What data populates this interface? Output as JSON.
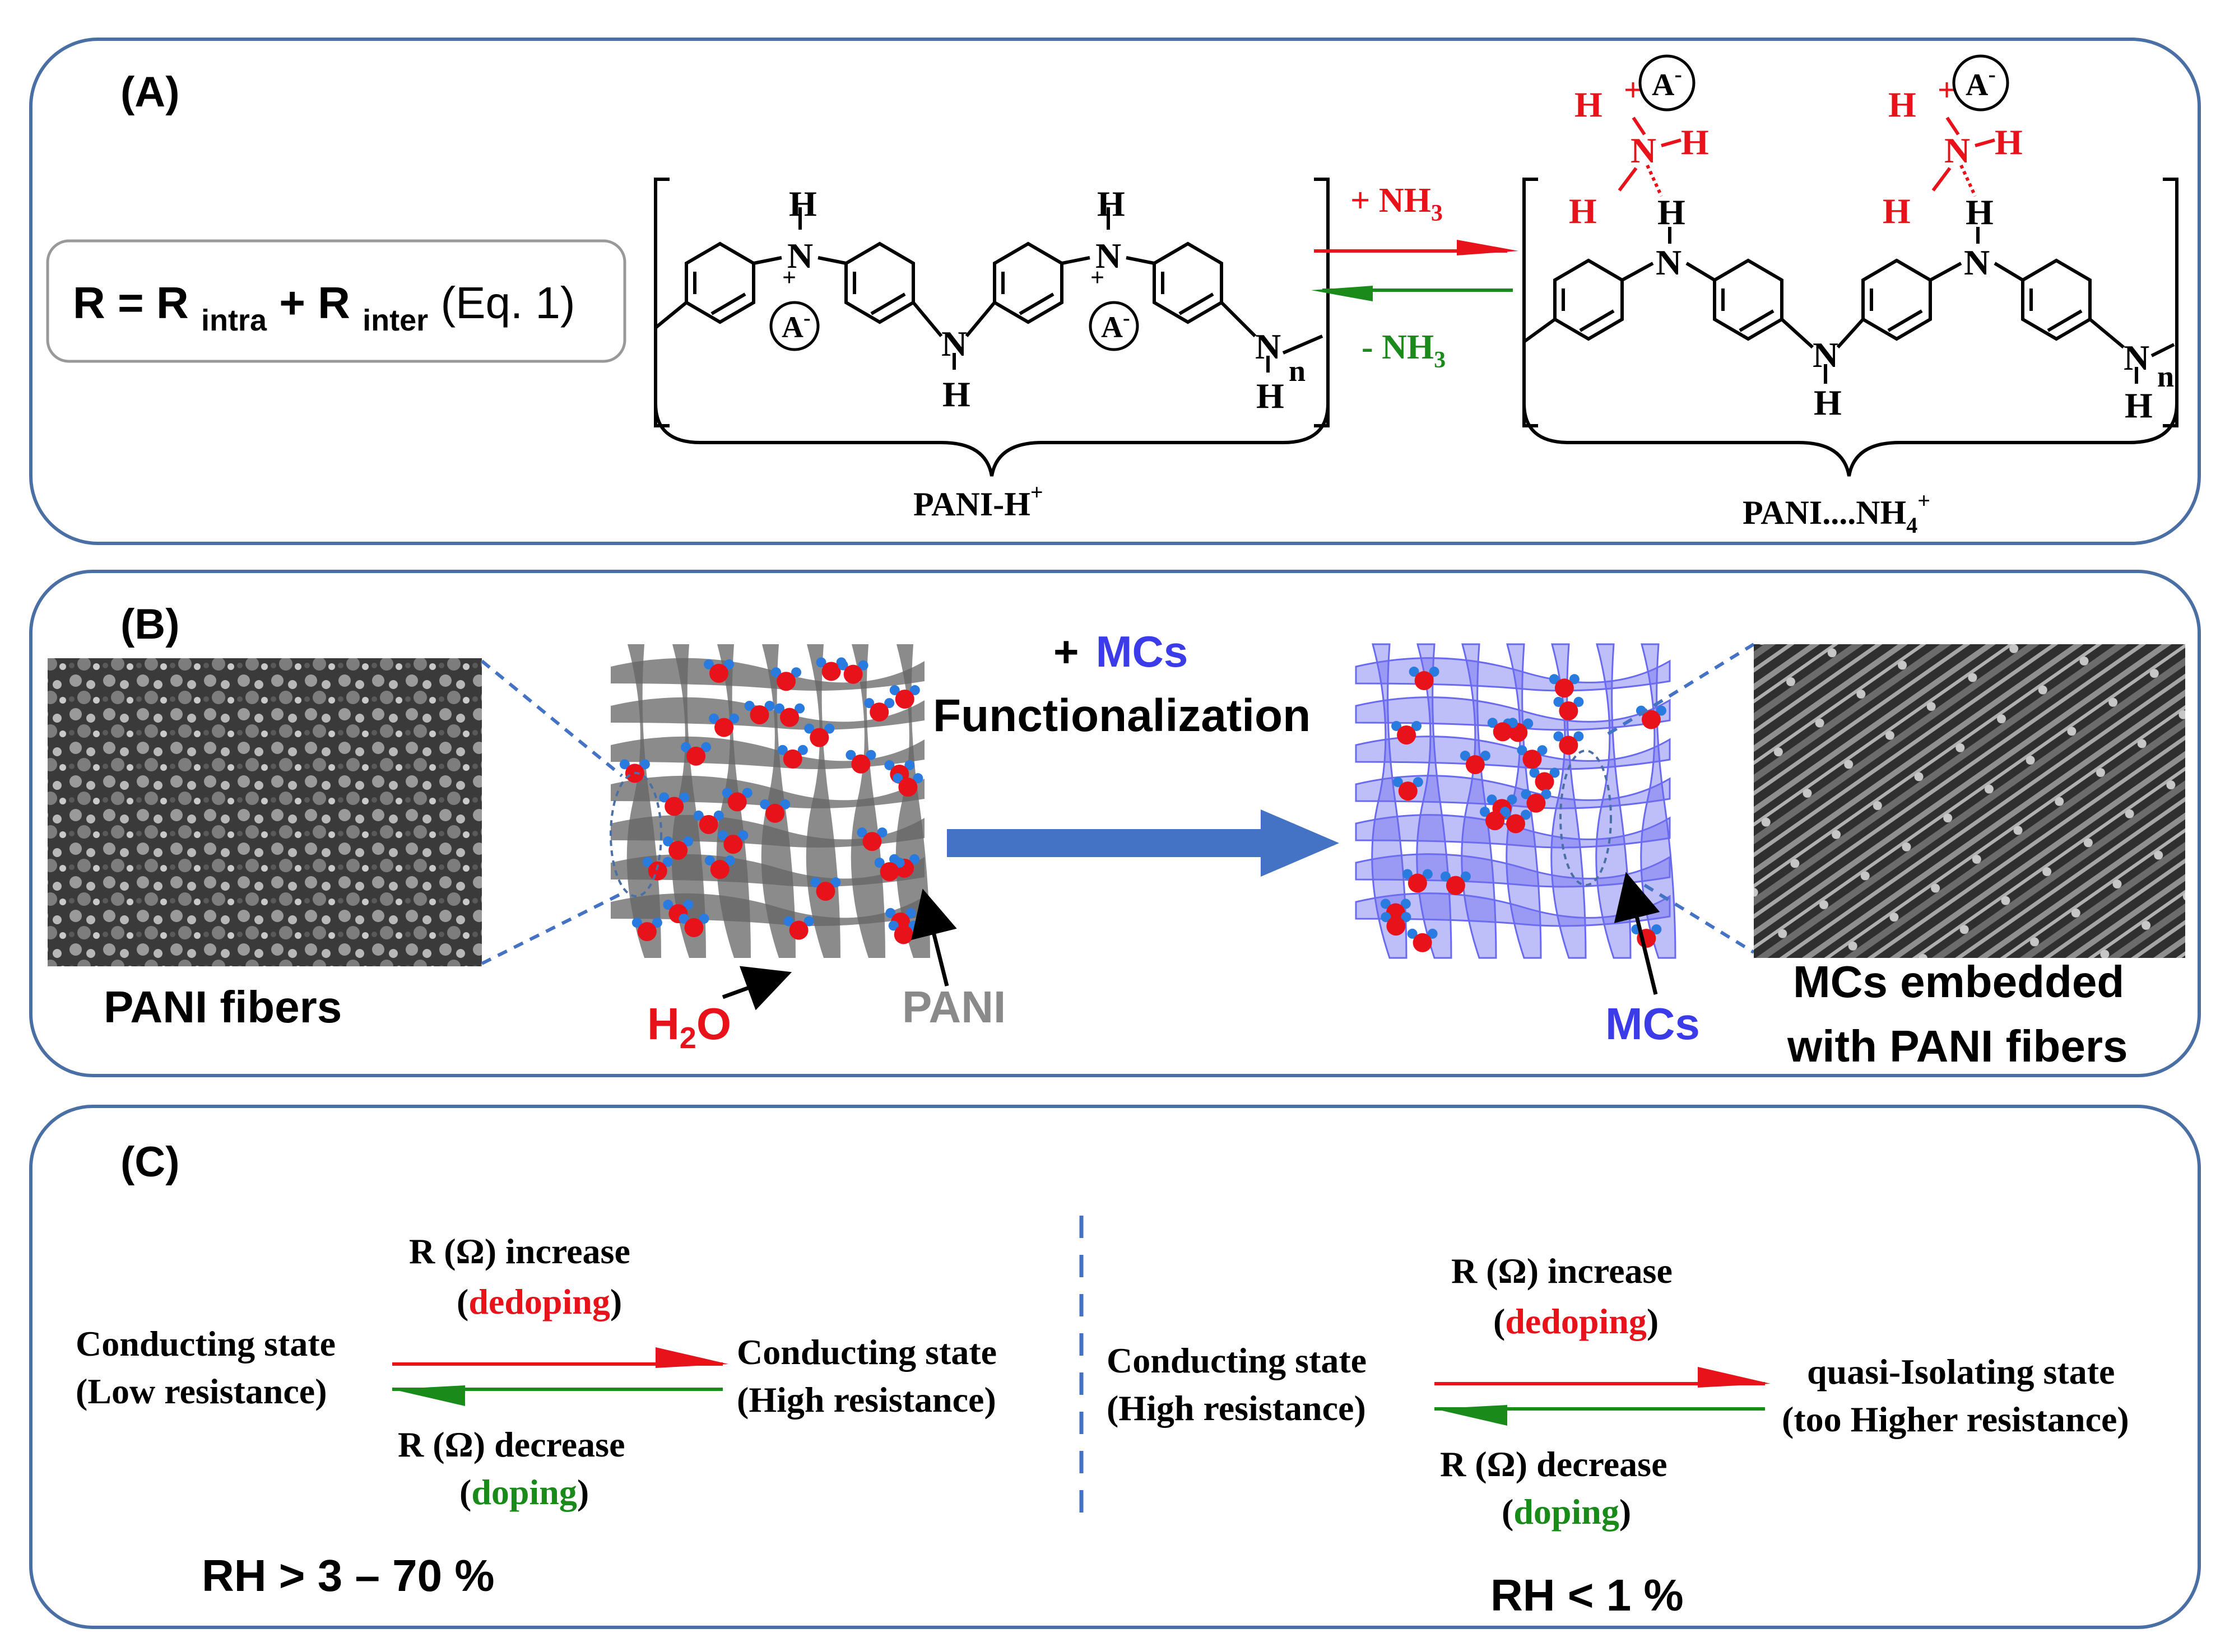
{
  "colors": {
    "panel_border": "#4a6fa5",
    "red": "#e8121b",
    "green": "#1a8a1a",
    "blue_text": "#3b3bea",
    "arrow_blue": "#4472c4",
    "pani_gray": "#7f7f7f",
    "mc_purple": "#6a6af0"
  },
  "panel_a": {
    "label": "(A)",
    "equation": {
      "r": "R = R",
      "intra": "intra",
      "plus": "+ R",
      "inter": "inter",
      "eq": "(Eq. 1)"
    },
    "left_structure": {
      "name_main": "PANI-H",
      "name_sup": "+",
      "anion": "A",
      "anion_sup": "-",
      "atom_n": "N",
      "atom_h": "H",
      "plus_sign": "+",
      "subscript_n": "n"
    },
    "right_structure": {
      "name_main": "PANI....NH",
      "name_sub": "4",
      "name_sup": "+",
      "anion": "A",
      "anion_sup": "-",
      "atom_n": "N",
      "atom_h": "H",
      "plus_sign": "+",
      "subscript_n": "n"
    },
    "forward_label": "+ NH",
    "forward_sub": "3",
    "backward_label": "- NH",
    "backward_sub": "3"
  },
  "panel_b": {
    "label": "(B)",
    "sem_left_caption": "PANI fibers",
    "plus_sign": "+",
    "mcs": "MCs",
    "functionalization": "Functionalization",
    "h2o_main": "H",
    "h2o_sub": "2",
    "h2o_end": "O",
    "pani_label": "PANI",
    "mcs_label": "MCs",
    "sem_right_caption_1": "MCs embedded",
    "sem_right_caption_2": "with PANI fibers"
  },
  "panel_c": {
    "label": "(C)",
    "left": {
      "state1_line1": "Conducting state",
      "state1_line2": "(Low resistance)",
      "state2_line1": "Conducting state",
      "state2_line2": "(High resistance)",
      "increase": "R (Ω) increase",
      "dedoping": "dedoping",
      "decrease": "R (Ω) decrease",
      "doping": "doping",
      "rh": "RH > 3 – 70 %"
    },
    "right": {
      "state1_line1": "Conducting state",
      "state1_line2": "(High resistance)",
      "state2_line1": "quasi-Isolating state",
      "state2_line2": "(too Higher resistance)",
      "increase": "R (Ω) increase",
      "dedoping": "dedoping",
      "decrease": "R (Ω) decrease",
      "doping": "doping",
      "rh": "RH < 1 %"
    },
    "paren_open": "(",
    "paren_close": ")"
  }
}
